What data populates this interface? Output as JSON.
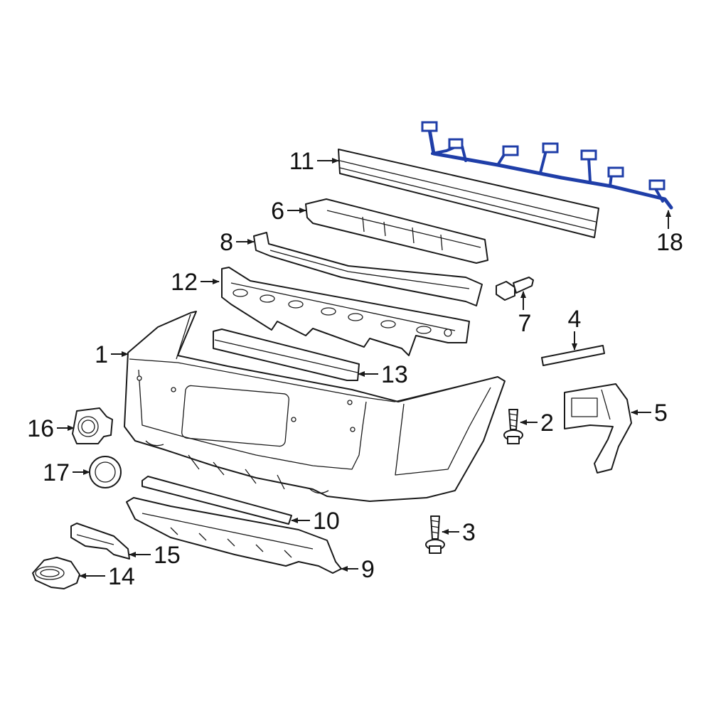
{
  "callouts": [
    {
      "id": "1",
      "label": "1"
    },
    {
      "id": "2",
      "label": "2"
    },
    {
      "id": "3",
      "label": "3"
    },
    {
      "id": "4",
      "label": "4"
    },
    {
      "id": "5",
      "label": "5"
    },
    {
      "id": "6",
      "label": "6"
    },
    {
      "id": "7",
      "label": "7"
    },
    {
      "id": "8",
      "label": "8"
    },
    {
      "id": "9",
      "label": "9"
    },
    {
      "id": "10",
      "label": "10"
    },
    {
      "id": "11",
      "label": "11"
    },
    {
      "id": "12",
      "label": "12"
    },
    {
      "id": "13",
      "label": "13"
    },
    {
      "id": "14",
      "label": "14"
    },
    {
      "id": "15",
      "label": "15"
    },
    {
      "id": "16",
      "label": "16"
    },
    {
      "id": "17",
      "label": "17"
    },
    {
      "id": "18",
      "label": "18"
    }
  ],
  "highlight": {
    "part": "18",
    "color": "#1f3ea8"
  },
  "line_color": "#1a1a1a"
}
